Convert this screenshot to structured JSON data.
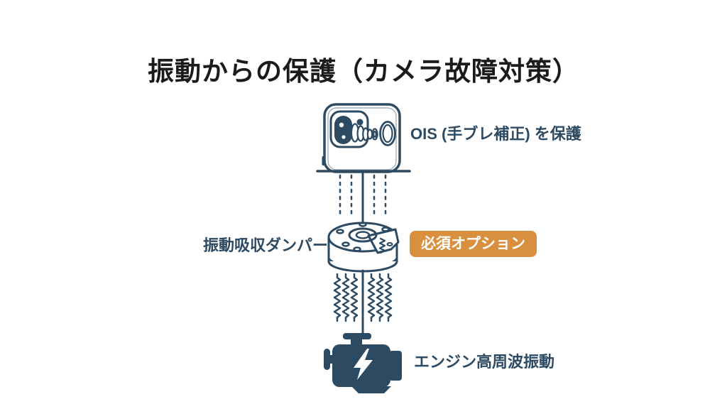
{
  "slide": {
    "title": "振動からの保護（カメラ故障対策）",
    "ois_label": "OIS (手ブレ補正) を保護",
    "damper_label": "振動吸収ダンパー",
    "badge_label": "必須オプション",
    "engine_label": "エンジン高周波振動",
    "icons": {
      "top": "smartphone-camera-icon",
      "middle": "damper-icon",
      "connector_upper": "dashed-vibration-lines-icon",
      "connector_lower": "coil-spring-icon",
      "bottom": "engine-lightning-icon"
    },
    "colors": {
      "navy": "#2d4a63",
      "orange": "#d8903f",
      "title_color": "#1b1b1b",
      "background": "#ffffff",
      "badge_text": "#ffffff"
    }
  }
}
